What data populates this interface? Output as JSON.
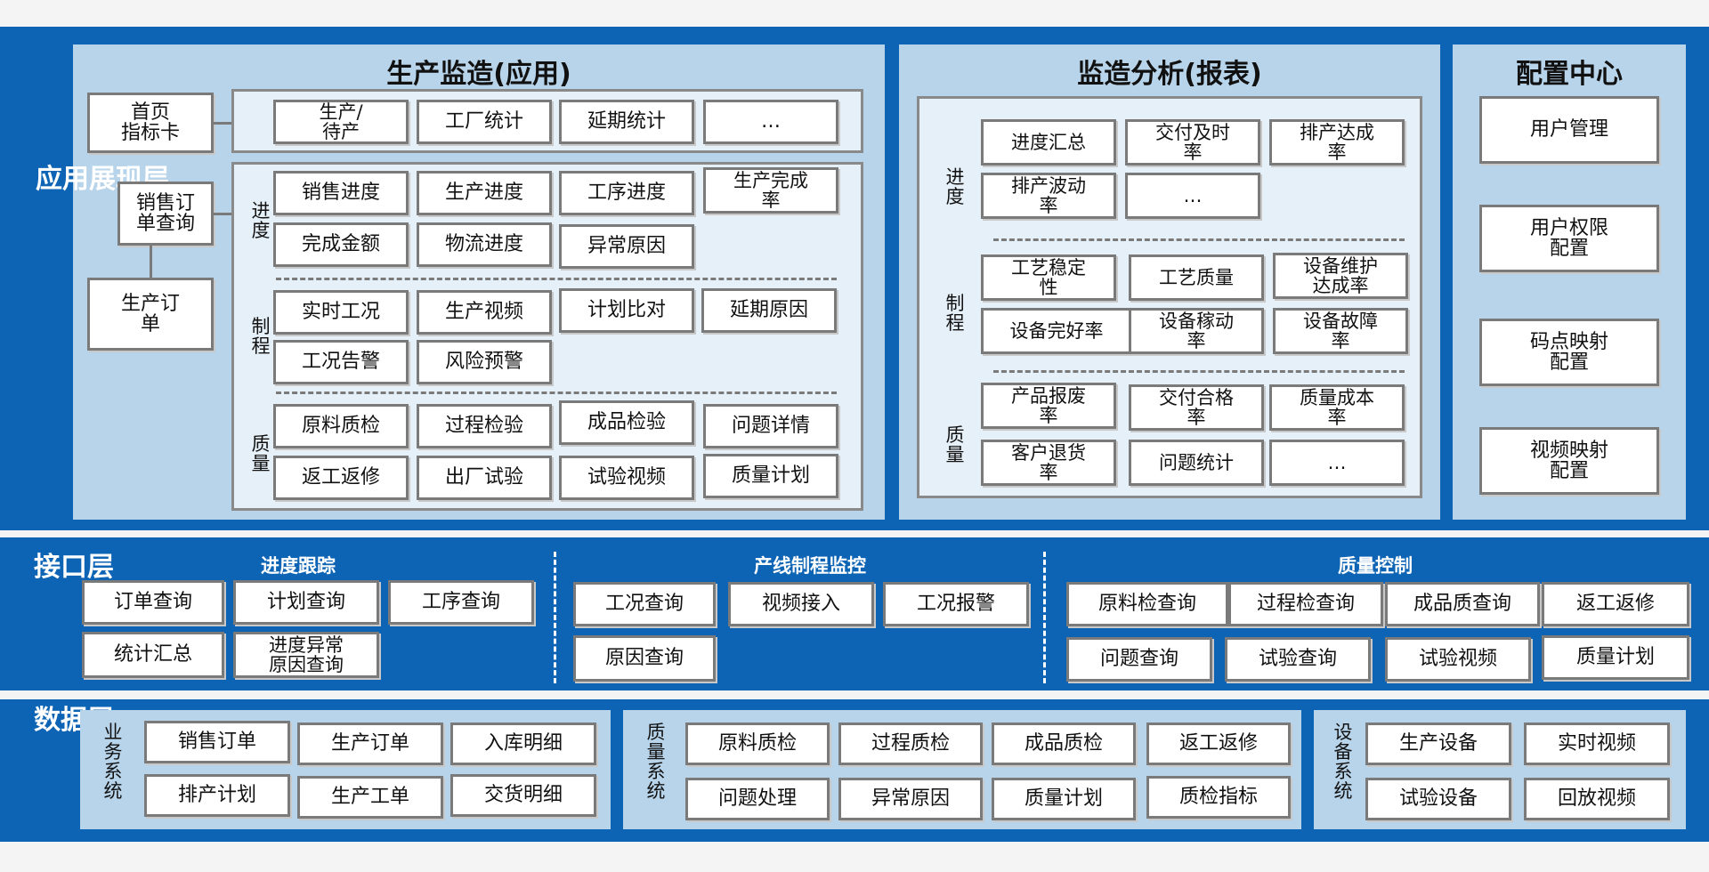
{
  "app_layer": {
    "label": "应用展现层",
    "production": {
      "title": "生产监造(应用)",
      "home_card": "首页\n指标卡",
      "sales_query": "销售订\n单查询",
      "prod_order": "生产订\n单",
      "top_row": [
        "生产/\n待产",
        "工厂统计",
        "延期统计",
        "…"
      ],
      "progress_label": "进\n度",
      "progress_row1": [
        "销售进度",
        "生产进度",
        "工序进度",
        "生产完成\n率"
      ],
      "progress_row2": [
        "完成金额",
        "物流进度",
        "异常原因"
      ],
      "process_label": "制\n程",
      "process_row1": [
        "实时工况",
        "生产视频",
        "计划比对",
        "延期原因"
      ],
      "process_row2": [
        "工况告警",
        "风险预警"
      ],
      "quality_label": "质\n量",
      "quality_row1": [
        "原料质检",
        "过程检验",
        "成品检验",
        "问题详情"
      ],
      "quality_row2": [
        "返工返修",
        "出厂试验",
        "试验视频",
        "质量计划"
      ]
    },
    "analysis": {
      "title": "监造分析(报表)",
      "progress_label": "进\n度",
      "progress_row1": [
        "进度汇总",
        "交付及时\n率",
        "排产达成\n率"
      ],
      "progress_row2": [
        "排产波动\n率",
        "…"
      ],
      "process_label": "制\n程",
      "process_row1": [
        "工艺稳定\n性",
        "工艺质量",
        "设备维护\n达成率"
      ],
      "process_row2": [
        "设备完好率",
        "设备稼动\n率",
        "设备故障\n率"
      ],
      "quality_label": "质\n量",
      "quality_row1": [
        "产品报废\n率",
        "交付合格\n率",
        "质量成本\n率"
      ],
      "quality_row2": [
        "客户退货\n率",
        "问题统计",
        "…"
      ]
    },
    "config": {
      "title": "配置中心",
      "items": [
        "用户管理",
        "用户权限\n配置",
        "码点映射\n配置",
        "视频映射\n配置"
      ]
    }
  },
  "interface_layer": {
    "label": "接口层",
    "progress": {
      "title": "进度跟踪",
      "row1": [
        "订单查询",
        "计划查询",
        "工序查询"
      ],
      "row2": [
        "统计汇总",
        "进度异常\n原因查询"
      ]
    },
    "line": {
      "title": "产线制程监控",
      "row1": [
        "工况查询",
        "视频接入",
        "工况报警"
      ],
      "row2": [
        "原因查询"
      ]
    },
    "quality": {
      "title": "质量控制",
      "row1": [
        "原料检查询",
        "过程检查询",
        "成品质查询",
        "返工返修"
      ],
      "row2": [
        "问题查询",
        "试验查询",
        "试验视频",
        "质量计划"
      ]
    }
  },
  "data_layer": {
    "label": "数据层",
    "business": {
      "label": "业\n务\n系\n统",
      "row1": [
        "销售订单",
        "生产订单",
        "入库明细"
      ],
      "row2": [
        "排产计划",
        "生产工单",
        "交货明细"
      ]
    },
    "quality": {
      "label": "质\n量\n系\n统",
      "row1": [
        "原料质检",
        "过程质检",
        "成品质检",
        "返工返修"
      ],
      "row2": [
        "问题处理",
        "异常原因",
        "质量计划",
        "质检指标"
      ]
    },
    "device": {
      "label": "设\n备\n系\n统",
      "row1": [
        "生产设备",
        "实时视频"
      ],
      "row2": [
        "试验设备",
        "回放视频"
      ]
    }
  },
  "colors": {
    "layer_blue": "#0e64b4",
    "panel_blue": "#b8d4ea",
    "inner_bg": "#e6f0f8",
    "box_border": "#7a7a7a"
  }
}
